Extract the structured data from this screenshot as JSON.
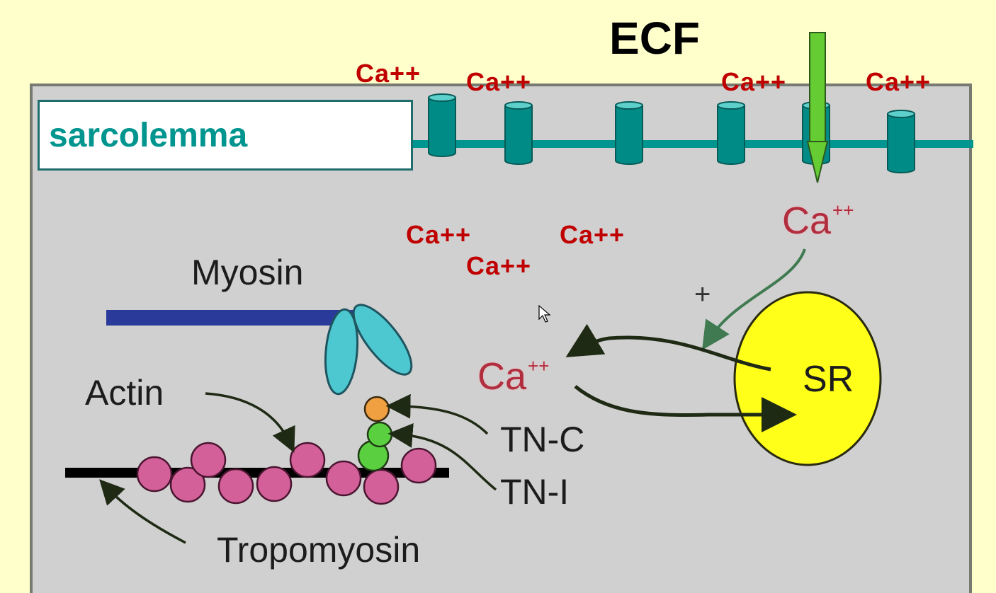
{
  "diagram": {
    "title": "ECF",
    "membrane_label": "sarcolemma",
    "ecf_ions": [
      "Ca++",
      "Ca++",
      "Ca++",
      "Ca++"
    ],
    "cytoplasm_ions": [
      "Ca++",
      "Ca++",
      "Ca++"
    ],
    "figure": {
      "ca_ion_upper": {
        "base": "Ca",
        "charge": "++"
      },
      "ca_ion_middle": {
        "base": "Ca",
        "charge": "++"
      },
      "plus_sign": "+",
      "sr_label": "SR",
      "myosin_label": "Myosin",
      "actin_label": "Actin",
      "tropomyosin_label": "Tropomyosin",
      "tnc_label": "TN-C",
      "tni_label": "TN-I"
    },
    "colors": {
      "background": "#ffffcc",
      "cell": "#d0d0d0",
      "membrane": "#00958e",
      "channel": "#008b86",
      "ion_text": "#c00000",
      "sr": "#ffff1a",
      "myosin_rod": "#2a3a9a",
      "myosin_head": "#4ec8d0",
      "actin": "#d4609a",
      "tnc": "#f0a040",
      "tni": "#5ad040",
      "injection_arrow": "#66cc33"
    },
    "channel_count": 6
  }
}
